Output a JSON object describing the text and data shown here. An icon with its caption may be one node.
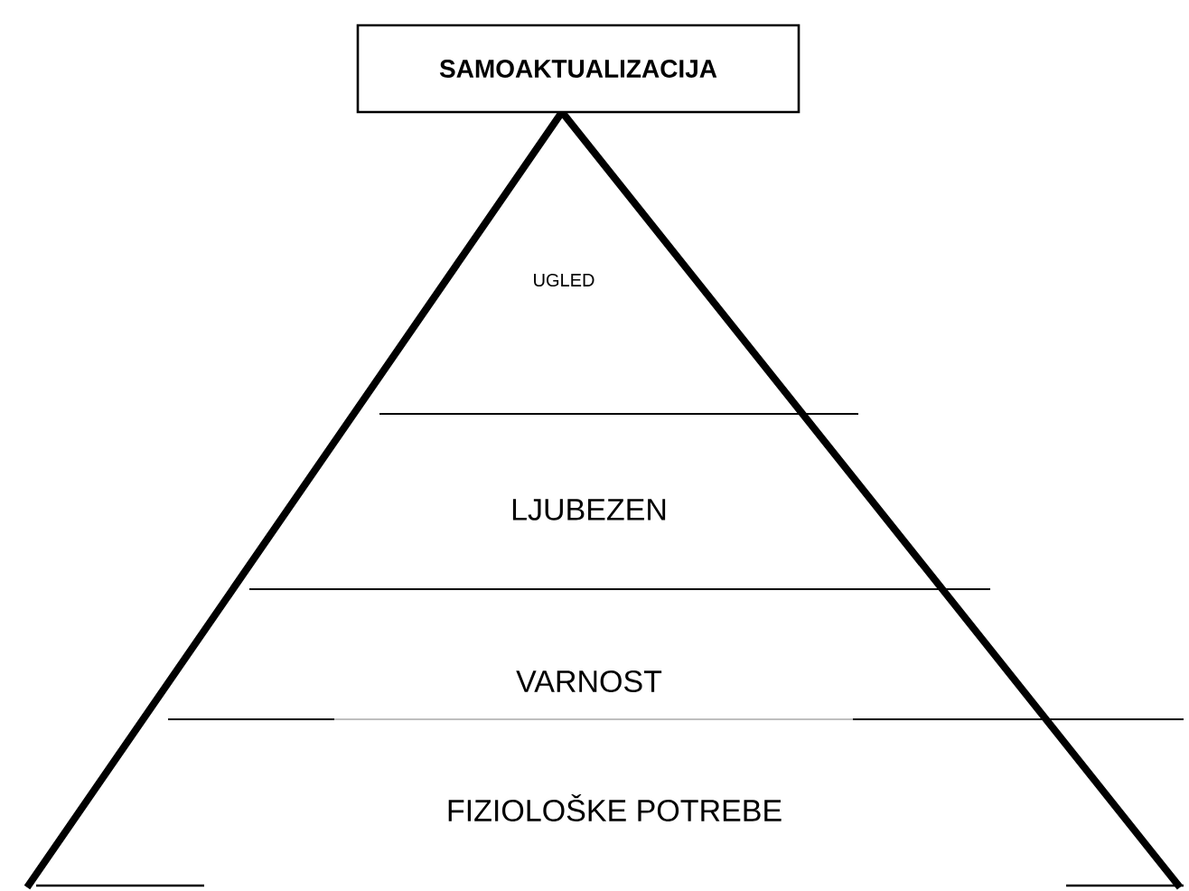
{
  "diagram": {
    "nodes": [
      {
        "text": [
          "SAMOAKTUALIZACIJA"
        ]
      },
      {
        "text": [
          "UGLED"
        ]
      },
      {
        "text": [
          "LJUBEZEN"
        ]
      },
      {
        "text": [
          "VARNOST"
        ]
      },
      {
        "text": [
          "FIZIOLOŠKE POTREBE"
        ]
      }
    ]
  }
}
